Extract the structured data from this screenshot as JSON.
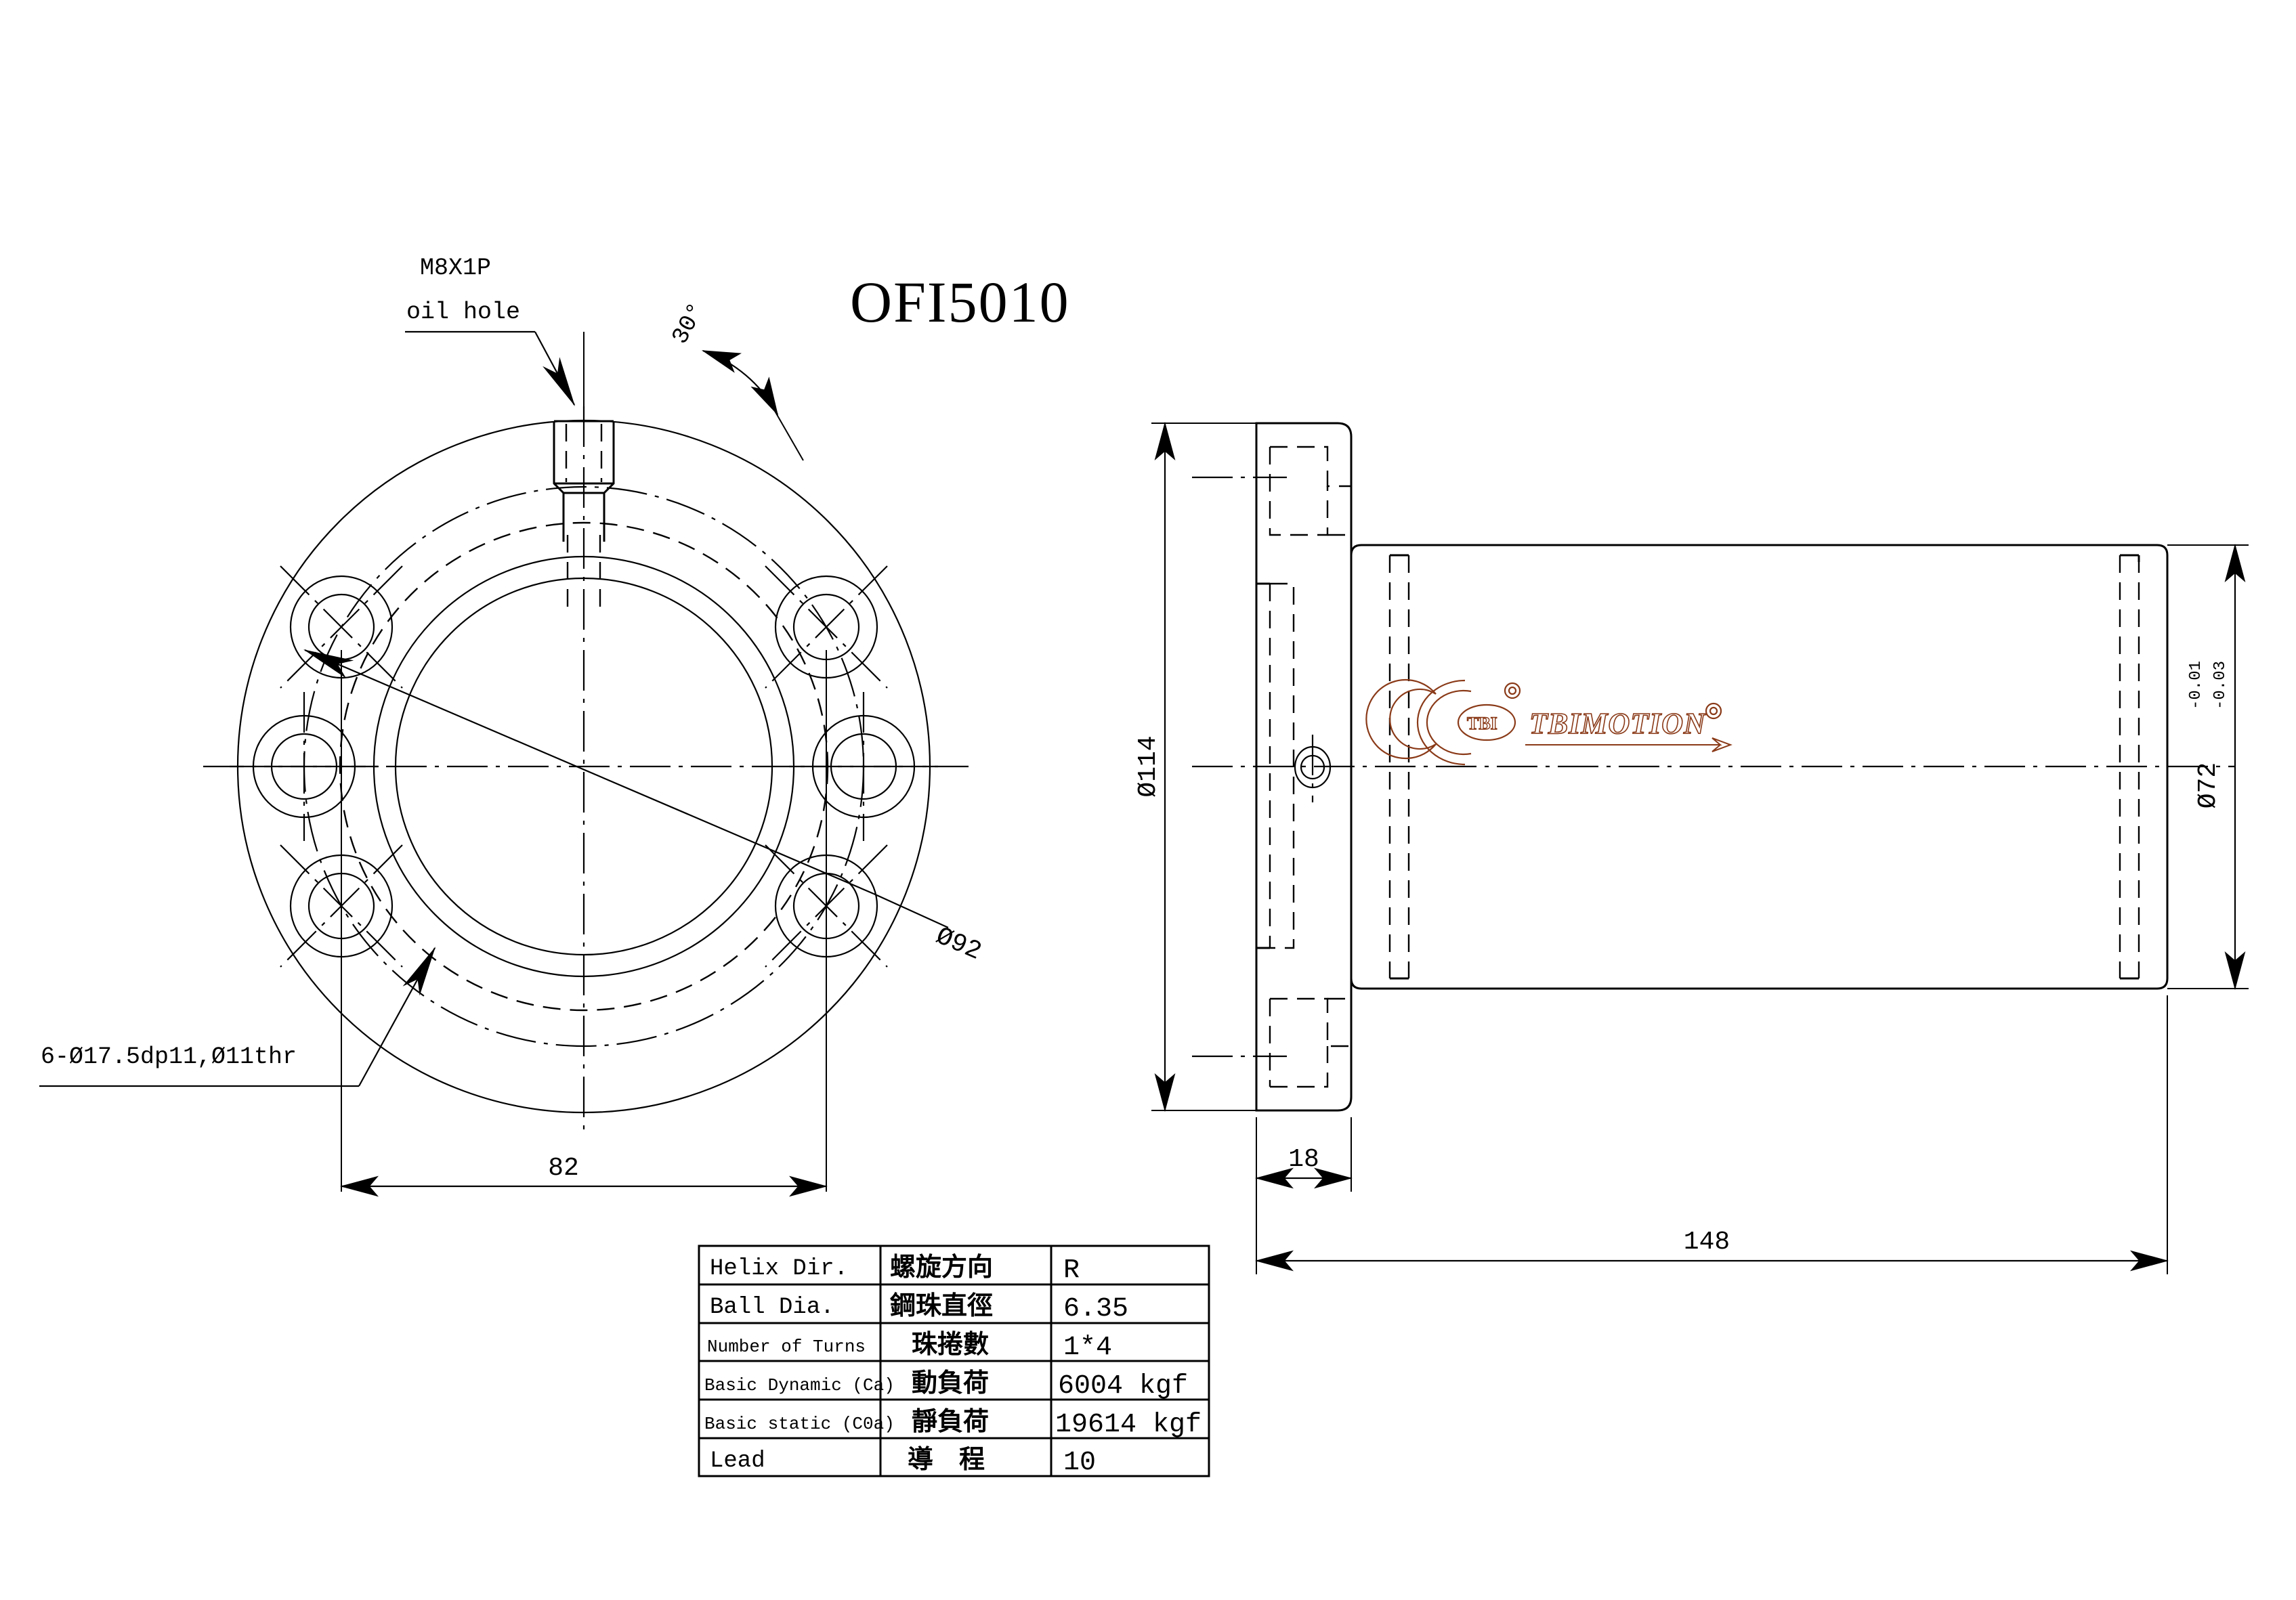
{
  "drawing": {
    "title": "OFI5010",
    "kind": "ball-screw-nut technical drawing",
    "notes": {
      "oil_hole_line1": "M8X1P",
      "oil_hole_line2": "oil hole",
      "angle": "30°",
      "bolt_holes": "6-Ø17.5dp11,Ø11thr"
    },
    "front_view": {
      "bolt_circle_label": "Ø92",
      "width_label": "82"
    },
    "side_view": {
      "flange_dia_label": "Ø114",
      "body_dia_label": "Ø72",
      "body_dia_tol_upper": "-0.01",
      "body_dia_tol_lower": "-0.03",
      "flange_thickness_label": "18",
      "overall_length_label": "148",
      "brand_mark": "TBI",
      "brand_name": "TBIMOTION",
      "brand_color": "#8a3a18",
      "registered_mark": "®"
    }
  },
  "spec_table": {
    "columns": [
      "english",
      "chinese",
      "value"
    ],
    "rows": [
      {
        "english": "Helix  Dir.",
        "chinese": "螺旋方向",
        "value": "R"
      },
      {
        "english": "Ball Dia.",
        "chinese": "鋼珠直徑",
        "value": "6.35"
      },
      {
        "english": "Number of Turns",
        "chinese": "珠捲數",
        "value": "1*4"
      },
      {
        "english": "Basic Dynamic (Ca)",
        "chinese": "動負荷",
        "value": "6004 kgf"
      },
      {
        "english": "Basic static (C0a)",
        "chinese": "靜負荷",
        "value": "19614 kgf"
      },
      {
        "english": "Lead",
        "chinese": "導　程",
        "value": "10"
      }
    ]
  }
}
